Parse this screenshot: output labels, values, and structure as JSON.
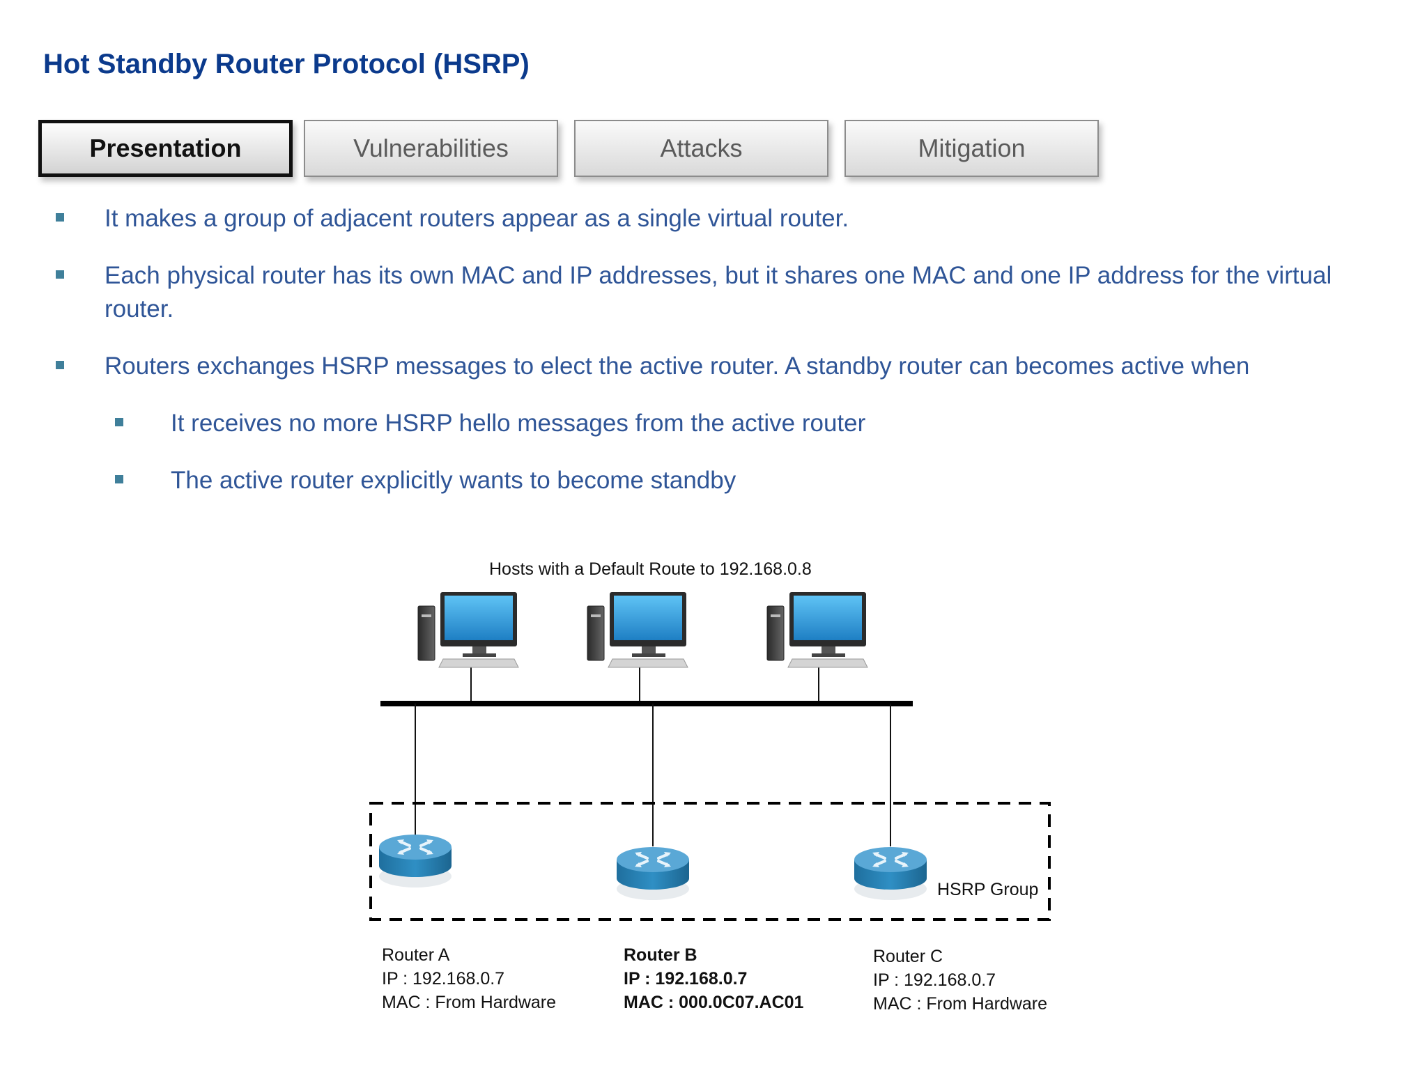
{
  "title": "Hot Standby Router Protocol (HSRP)",
  "tabs": [
    {
      "label": "Presentation",
      "active": true
    },
    {
      "label": "Vulnerabilities",
      "active": false
    },
    {
      "label": "Attacks",
      "active": false
    },
    {
      "label": "Mitigation",
      "active": false
    }
  ],
  "bullets": [
    "It makes a group of adjacent routers appear as a single virtual router.",
    "Each physical router has its own MAC and IP addresses, but it shares one MAC and one IP address for the virtual router.",
    "Routers exchanges HSRP messages to elect the active router.  A standby router can becomes active when"
  ],
  "sub_bullets": [
    "It receives no more HSRP hello messages from the active router",
    "The active router explicitly wants to become standby"
  ],
  "diagram": {
    "hosts_label": "Hosts with a Default Route to 192.168.0.8",
    "group_label": "HSRP Group",
    "routers": [
      {
        "name": "Router A",
        "ip": "IP : 192.168.0.7",
        "mac": "MAC : From Hardware",
        "highlight": false
      },
      {
        "name": "Router B",
        "ip": "IP : 192.168.0.7",
        "mac": "MAC : 000.0C07.AC01",
        "highlight": true
      },
      {
        "name": "Router C",
        "ip": "IP : 192.168.0.7",
        "mac": "MAC : From Hardware",
        "highlight": false
      }
    ]
  },
  "colors": {
    "title": "#0b3a8c",
    "bullet_text": "#2f5597",
    "bullet_mark": "#3f7f9a",
    "router_blue": "#2f86b8"
  },
  "icons": {
    "host": "desktop-computer-icon",
    "router": "router-icon"
  }
}
